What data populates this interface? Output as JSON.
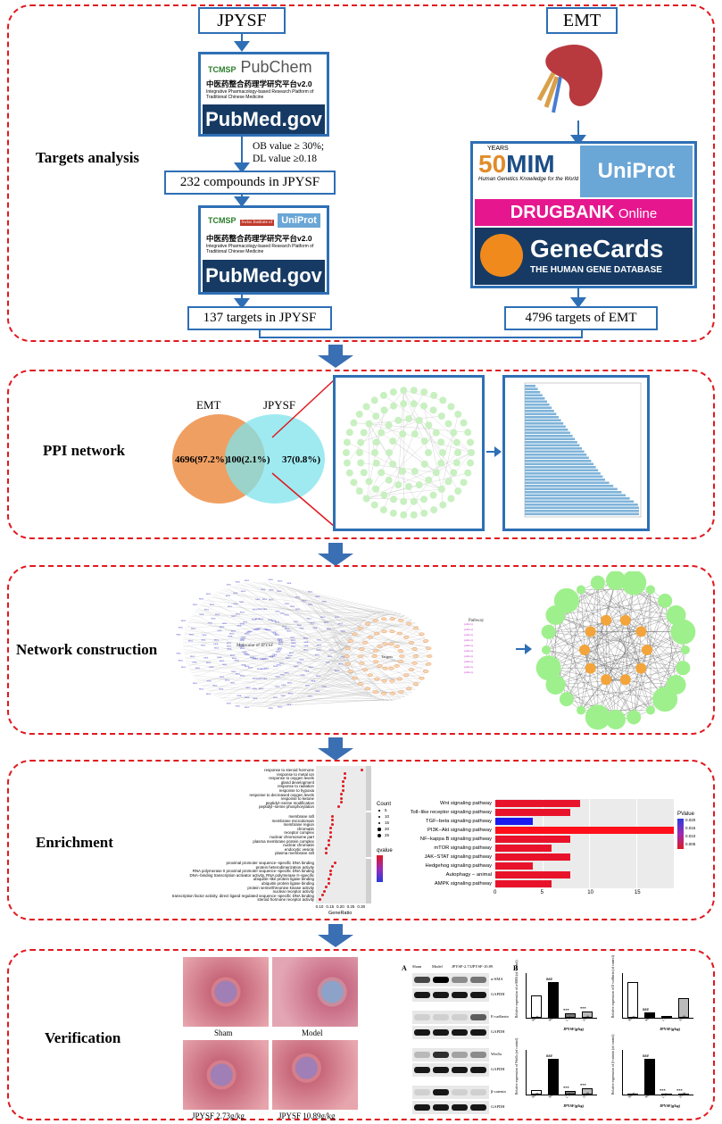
{
  "sections": {
    "targets": "Targets analysis",
    "ppi": "PPI network",
    "network": "Network construction",
    "enrichment": "Enrichment",
    "verification": "Verification"
  },
  "targets_panel": {
    "jpysf_label": "JPYSF",
    "emt_label": "EMT",
    "db_pubchem": "PubChem",
    "db_tcm_cn": "中医药整合药理学研究平台v2.0",
    "db_tcm_en": "Integrative Pharmacology-based Research Platform of Traditional Chinese Medicine",
    "db_pubmed": "PubMed.gov",
    "filter_line1": "OB value ≥ 30%;",
    "filter_line2": "DL value ≥0.18",
    "compounds_box": "232 compounds in JPYSF",
    "db_uniprot": "UniProt",
    "db_swiss": "Swiss Institute of",
    "jpysf_targets_box": "137 targets in JPYSF",
    "omim_years": "YEARS",
    "omim_name": "MIM",
    "omim_sub": "Human Genetics Knowledge for the World",
    "drugbank": "DRUGBANK",
    "drugbank_online": "Online",
    "genecards": "GeneCards",
    "genecards_sub": "THE HUMAN GENE DATABASE",
    "emt_targets_box": "4796 targets of EMT"
  },
  "ppi_panel": {
    "venn_left_name": "EMT",
    "venn_right_name": "JPYSF",
    "venn_left_value": "4696(97.2%)",
    "venn_mid_value": "100(2.1%)",
    "venn_right_value": "37(0.8%)"
  },
  "network_panel": {
    "molecular_label": "Molecular of JPYSF",
    "targets_label": "Targets",
    "pathway_label": "Pathway"
  },
  "enrichment_panel": {
    "go_terms": [
      "response to steroid hormone",
      "response to metal ion",
      "response to oxygen levels",
      "gland development",
      "response to radiation",
      "response to hypoxia",
      "response to decreased oxygen levels",
      "response to ketone",
      "peptidyl−serine modification",
      "peptidyl−serine phosphorylation",
      "membrane raft",
      "membrane microdomain",
      "membrane region",
      "chromatin",
      "receptor complex",
      "nuclear chromosome part",
      "plasma membrane protein complex",
      "nuclear chromatin",
      "endocytic vesicle",
      "plasma membrane raft",
      "proximal promoter sequence−specific DNA binding",
      "protein heterodimerization activity",
      "RNA polymerase II proximal promoter sequence−specific DNA binding",
      "DNA−binding transcription activator activity, RNA polymerase II−specific",
      "ubiquitin−like protein ligase binding",
      "ubiquitin protein ligase binding",
      "protein serine/threonine kinase activity",
      "nuclear receptor activity",
      "transcription factor activity, direct ligand regulated sequence−specific DNA binding",
      "steroid hormone receptor activity"
    ],
    "go_xlabel": "GeneRatio",
    "go_ticks": [
      "0.10",
      "0.15",
      "0.20",
      "0.25",
      "0.30"
    ],
    "go_legend_count": "Count",
    "go_legend_counts": [
      "5",
      "10",
      "15",
      "20",
      "25"
    ],
    "go_legend_padj": "qvalue",
    "kegg_chart": {
      "type": "bar",
      "categories": [
        "Wnt signaling pathway",
        "Toll−like receptor signaling pathway",
        "TGF−beta signaling pathway",
        "PI3K−Akt signaling pathway",
        "NF−kappa B signaling pathway",
        "mTOR signaling pathway",
        "JAK−STAT signaling pathway",
        "Hedgehog signaling pathway",
        "Autophagy − animal",
        "AMPK signaling pathway"
      ],
      "values": [
        9,
        8,
        4,
        19,
        8,
        6,
        8,
        4,
        8,
        6
      ],
      "colors": [
        "#e8132a",
        "#e8132a",
        "#1a1aee",
        "#ff0f1a",
        "#e8132a",
        "#e8132a",
        "#e8132a",
        "#e8132a",
        "#e8132a",
        "#e8132a"
      ],
      "xticks": [
        "0",
        "5",
        "10",
        "15"
      ],
      "legend_title": "PValue",
      "legend_values": [
        "0.020",
        "0.015",
        "0.010",
        "0.005"
      ]
    }
  },
  "verification_panel": {
    "histo_labels": [
      "Sham",
      "Model",
      "JPYSF 2.73g/kg",
      "JPYSF 10.89g/kg"
    ],
    "wb_title": "A",
    "wb_cols": [
      "Sham",
      "Model",
      "JPYSF-2.73",
      "JPYSF-10.89"
    ],
    "wb_rows": [
      "α-SMA",
      "GAPDH",
      "E-cadherin",
      "GAPDH",
      "Wnt5a",
      "GAPDH",
      "β-catenin",
      "GAPDH"
    ],
    "bars_title": "B",
    "bar_charts": [
      {
        "ylabel": "Relative expression of α-SMA (of control)",
        "values": [
          1.0,
          1.6,
          0.2,
          0.3
        ],
        "sig": [
          "",
          "###",
          "***",
          "***"
        ]
      },
      {
        "ylabel": "Relative expression of E-cadherin (of control)",
        "values": [
          1.0,
          0.15,
          0.05,
          0.55
        ],
        "sig": [
          "",
          "###",
          "",
          ""
        ]
      },
      {
        "ylabel": "Relative expression of Wnt5a (of control)",
        "values": [
          0.3,
          2.6,
          0.25,
          0.45
        ],
        "sig": [
          "",
          "###",
          "***",
          "***"
        ]
      },
      {
        "ylabel": "Relative expression of β-catenin (of control)",
        "values": [
          0.05,
          2.2,
          0.05,
          0.05
        ],
        "sig": [
          "",
          "###",
          "***",
          "***"
        ]
      }
    ],
    "bar_group_label": "JPYSF(g/kg)",
    "bar_xlabels": [
      "Sham",
      "Model",
      "2.73",
      "10.89"
    ]
  }
}
